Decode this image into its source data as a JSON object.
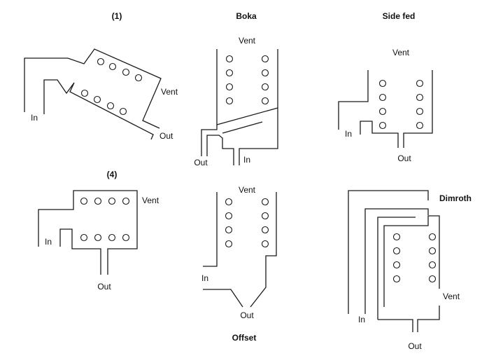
{
  "diagrams": [
    {
      "title": "(1)",
      "labels": {
        "vent": "Vent",
        "in": "In",
        "out": "Out"
      }
    },
    {
      "title": "Boka",
      "labels": {
        "vent": "Vent",
        "in": "In",
        "out": "Out"
      }
    },
    {
      "title": "Side fed",
      "labels": {
        "vent": "Vent",
        "in": "In",
        "out": "Out"
      }
    },
    {
      "title": "(4)",
      "labels": {
        "vent": "Vent",
        "in": "In",
        "out": "Out"
      }
    },
    {
      "title": "Offset",
      "labels": {
        "vent": "Vent",
        "in": "In",
        "out": "Out"
      }
    },
    {
      "title": "Dimroth",
      "labels": {
        "vent": "Vent",
        "in": "In",
        "out": "Out"
      }
    }
  ]
}
